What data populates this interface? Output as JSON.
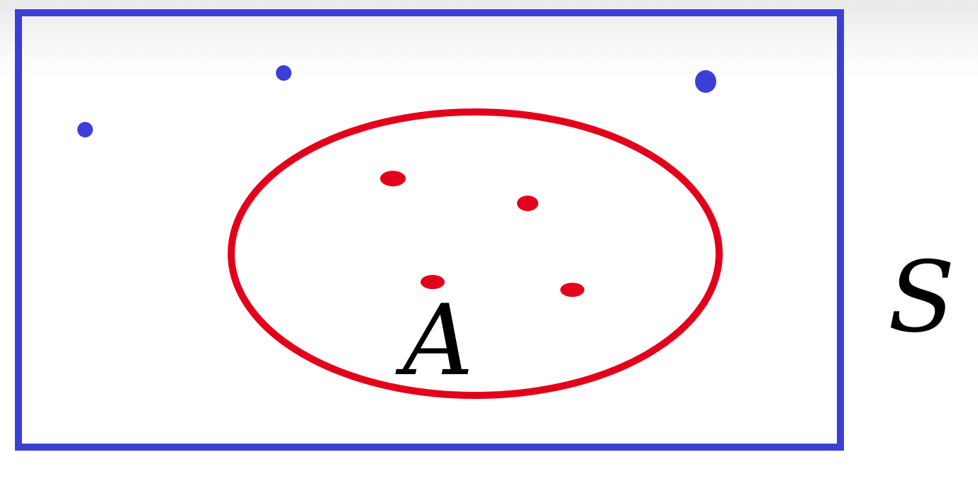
{
  "diagram": {
    "type": "venn-diagram",
    "universal_set": {
      "label": "S",
      "border_color": "#3c3fd6",
      "point_color": "#3c3fd6",
      "outside_point_count": 3
    },
    "subset": {
      "label": "A",
      "border_color": "#e3001b",
      "point_color": "#e3001b",
      "inside_point_count": 4
    }
  }
}
